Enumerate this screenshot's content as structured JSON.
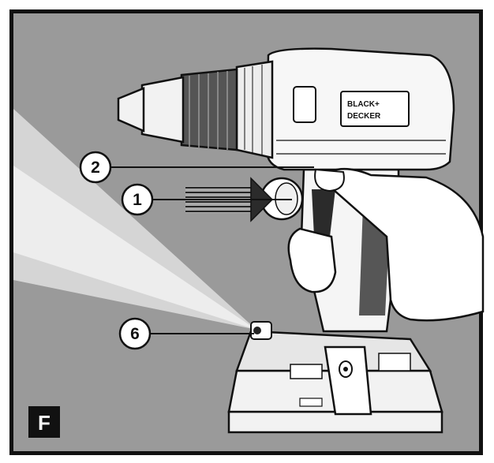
{
  "figure": {
    "label": "F",
    "background_color": "#9a9a9a",
    "frame_color": "#111111"
  },
  "callouts": [
    {
      "id": "1",
      "label": "1",
      "target": "forward-reverse-slider"
    },
    {
      "id": "2",
      "label": "2",
      "target": "trigger-switch"
    },
    {
      "id": "6",
      "label": "6",
      "target": "work-light"
    }
  ],
  "tool": {
    "brand_line1": "BLACK+",
    "brand_line2": "DECKER"
  }
}
